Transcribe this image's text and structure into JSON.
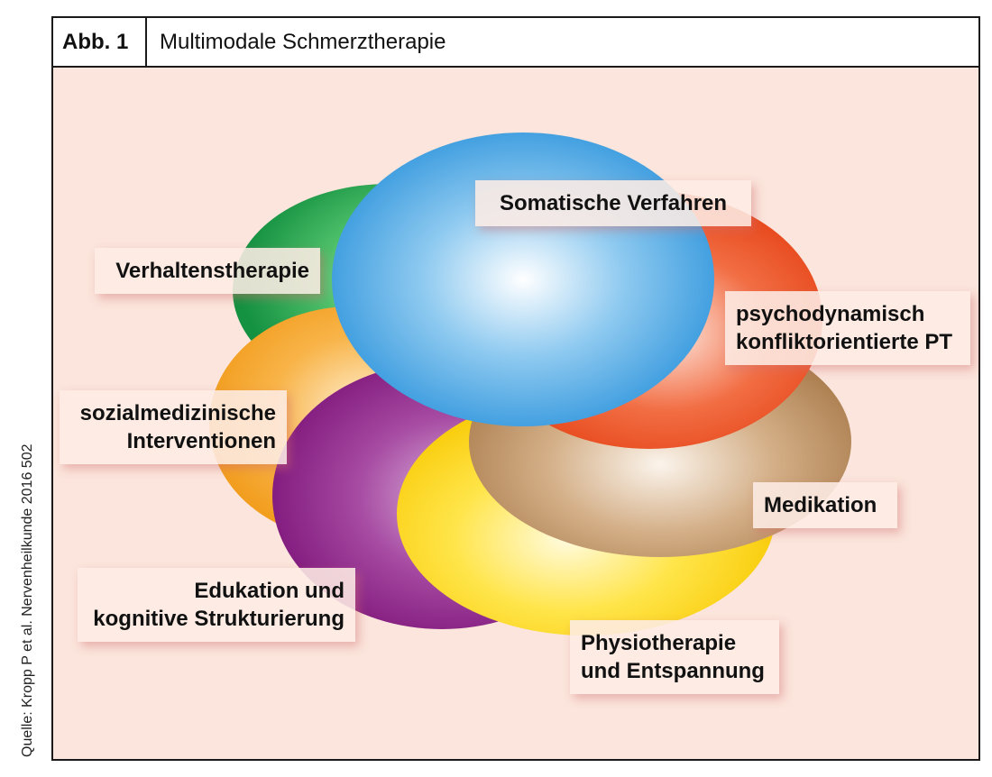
{
  "header": {
    "tag": "Abb. 1",
    "title": "Multimodale Schmerztherapie"
  },
  "source_note": "Quelle: Kropp P et al. Nervenheilkunde 2016 502",
  "diagram": {
    "nodes": [
      {
        "id": "verhaltenstherapie",
        "lines": [
          "Verhaltenstherapie"
        ],
        "color": "#1aa14b"
      },
      {
        "id": "sozialmedizinische",
        "lines": [
          "sozialmedizinische",
          "Interventionen"
        ],
        "color": "#f5a623"
      },
      {
        "id": "edukation",
        "lines": [
          "Edukation und",
          "kognitive Strukturierung"
        ],
        "color": "#8e1e8a"
      },
      {
        "id": "physiotherapie",
        "lines": [
          "Physiotherapie",
          "und Entspannung"
        ],
        "color": "#ffd700"
      },
      {
        "id": "medikation",
        "lines": [
          "Medikation"
        ],
        "color": "#b98a5a"
      },
      {
        "id": "psychodynamisch",
        "lines": [
          "psychodynamisch",
          "konfliktorientierte PT"
        ],
        "color": "#e63c12"
      },
      {
        "id": "somatische",
        "lines": [
          "Somatische Verfahren"
        ],
        "color": "#3fa0e0"
      }
    ]
  }
}
